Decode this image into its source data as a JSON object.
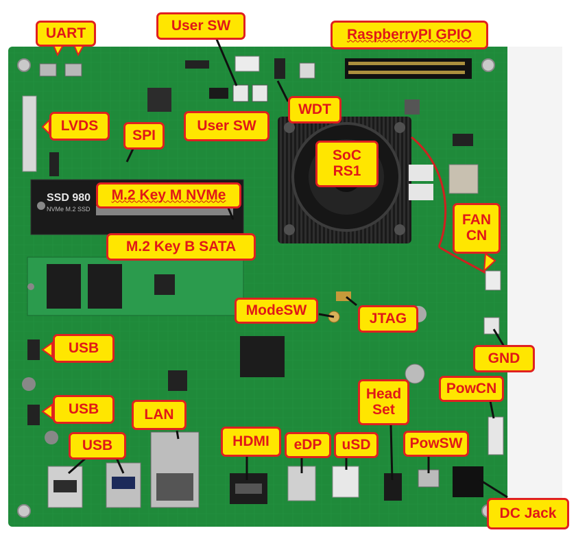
{
  "photo": {
    "board_color": "#1f8a3a",
    "accent_color": "#ffe600",
    "label_border_color": "#e02020",
    "label_text_color": "#e01818"
  },
  "labels": {
    "uart": "UART",
    "user_sw_top": "User SW",
    "raspberrypi_gpio": "RaspberryPI GPIO",
    "lvds": "LVDS",
    "spi": "SPI",
    "user_sw_mid": "User SW",
    "wdt": "WDT",
    "soc_line1": "SoC",
    "soc_line2": "RS1",
    "m2_nvme": "M.2 Key M NVMe",
    "m2_sata": "M.2 Key B SATA",
    "fan_line1": "FAN",
    "fan_line2": "CN",
    "modesw": "ModeSW",
    "jtag": "JTAG",
    "usb1": "USB",
    "gnd": "GND",
    "usb2": "USB",
    "headset_line1": "Head",
    "headset_line2": "Set",
    "powcn": "PowCN",
    "lan": "LAN",
    "usb3": "USB",
    "hdmi": "HDMI",
    "edp": "eDP",
    "usd": "uSD",
    "powsw": "PowSW",
    "dc_jack": "DC Jack"
  },
  "silkscreen": {
    "ssd_line1": "SSD 980",
    "ssd_line2": "NVMe M.2 SSD"
  }
}
